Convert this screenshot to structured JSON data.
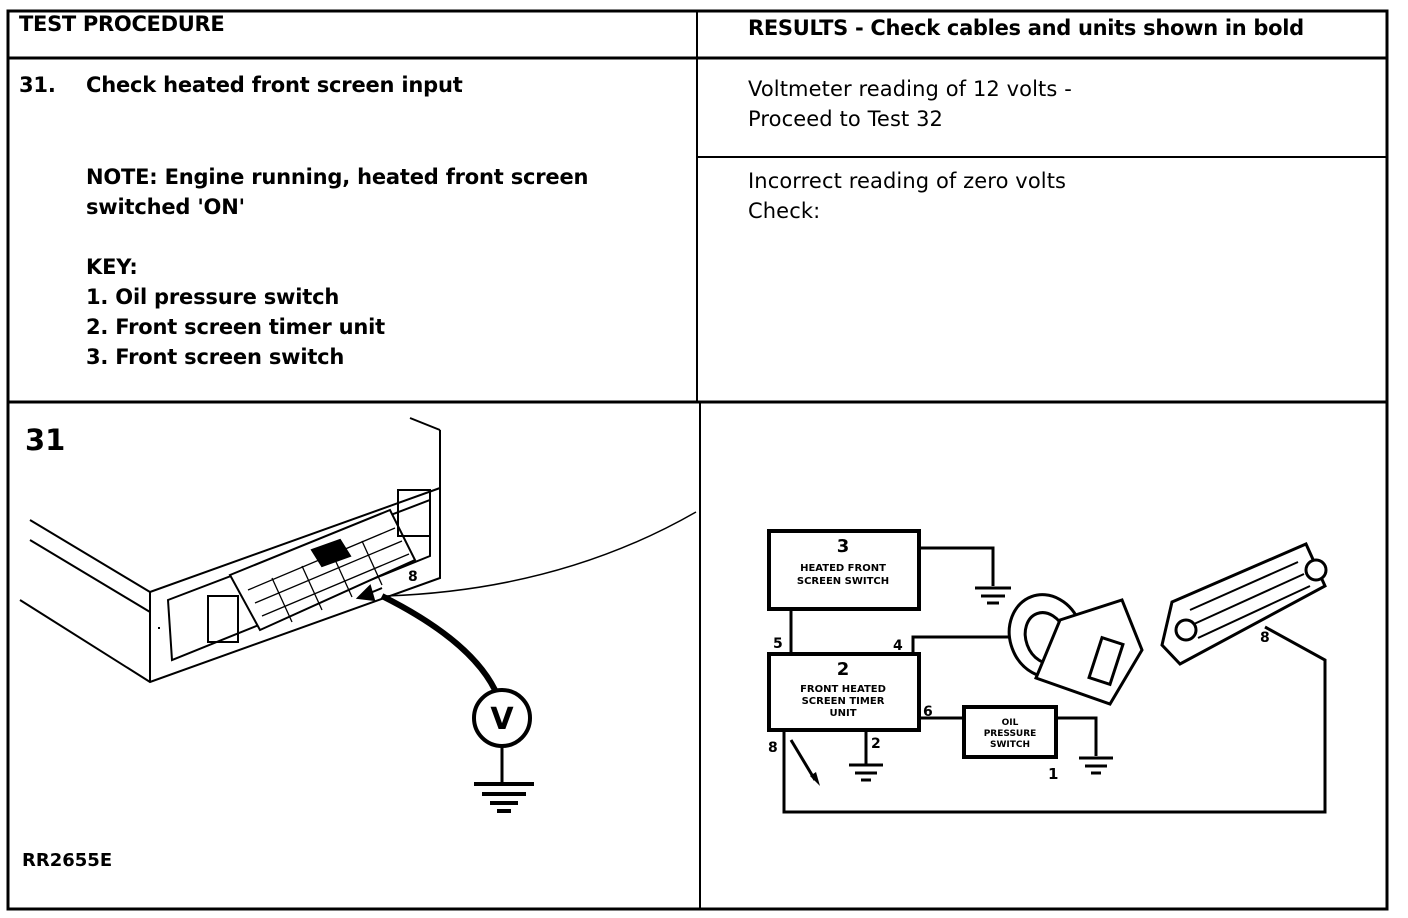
{
  "header": {
    "left": "TEST PROCEDURE",
    "right": "RESULTS - Check cables and units shown in bold"
  },
  "procedure": {
    "number": "31.",
    "title": "Check heated front screen input",
    "note_line1": "NOTE: Engine running, heated front screen",
    "note_line2": "switched 'ON'",
    "key_title": "KEY:",
    "key_items": [
      "1. Oil pressure switch",
      "2. Front screen timer unit",
      "3. Front screen switch"
    ]
  },
  "results": {
    "ok_line1": "Voltmeter reading of 12 volts -",
    "ok_line2": "Proceed to Test 32",
    "fail_line1": "Incorrect reading of zero volts",
    "fail_line2": "Check:"
  },
  "figure_left": {
    "number": "31",
    "pin_label": "8",
    "meter_symbol": "V",
    "ref_code": "RR2655E"
  },
  "figure_right": {
    "switch_num": "3",
    "switch_label1": "HEATED FRONT",
    "switch_label2": "SCREEN SWITCH",
    "timer_num": "2",
    "timer_label1": "FRONT HEATED",
    "timer_label2": "SCREEN TIMER",
    "timer_label3": "UNIT",
    "oil_label1": "OIL",
    "oil_label2": "PRESSURE",
    "oil_label3": "SWITCH",
    "oil_num": "1",
    "pin_5": "5",
    "pin_4": "4",
    "pin_6": "6",
    "pin_8": "8",
    "pin_2": "2",
    "connector_pin": "8"
  }
}
